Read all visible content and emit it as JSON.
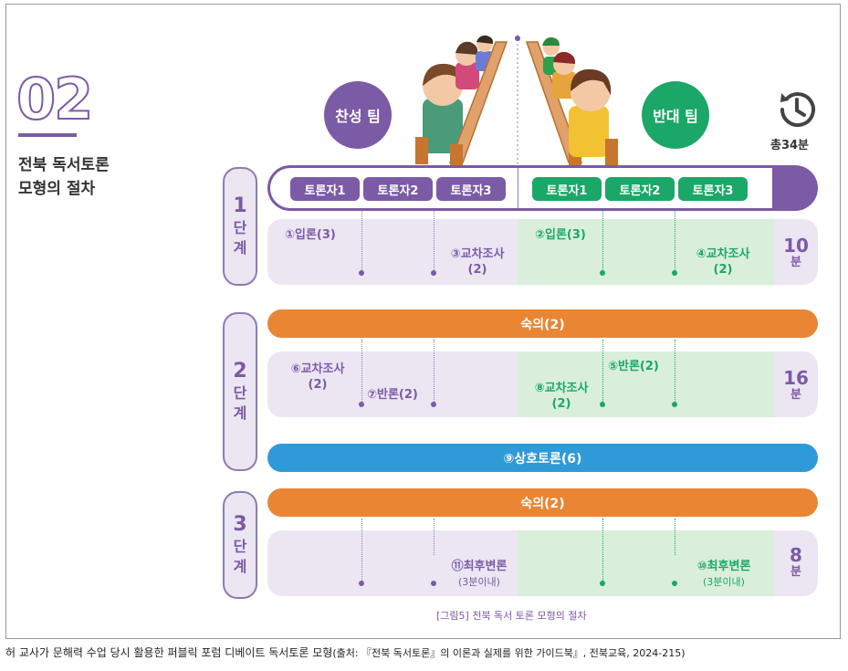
{
  "section": {
    "number": "02",
    "title_line1": "전북 독서토론",
    "title_line2": "모형의 절차"
  },
  "teams": {
    "pro": "찬성 팀",
    "con": "반대 팀"
  },
  "total_time": "총34분",
  "debaters": {
    "pro": [
      "토론자1",
      "토론자2",
      "토론자3"
    ],
    "con": [
      "토론자1",
      "토론자2",
      "토론자3"
    ]
  },
  "stages": [
    {
      "n": "1",
      "label1": "단",
      "label2": "계",
      "time_value": "10",
      "time_unit": "분"
    },
    {
      "n": "2",
      "label1": "단",
      "label2": "계",
      "time_value": "16",
      "time_unit": "분"
    },
    {
      "n": "3",
      "label1": "단",
      "label2": "계",
      "time_value": "8",
      "time_unit": "분"
    }
  ],
  "steps": {
    "s1": "①입론(3)",
    "s2": "②입론(3)",
    "s3a": "③교차조사",
    "s3b": "(2)",
    "s4a": "④교차조사",
    "s4b": "(2)",
    "s5": "⑤반론(2)",
    "s6a": "⑥교차조사",
    "s6b": "(2)",
    "s7": "⑦반론(2)",
    "s8a": "⑧교차조사",
    "s8b": "(2)",
    "s9": "⑨상호토론(6)",
    "s10a": "⑩최후변론",
    "s10b": "(3분이내)",
    "s11a": "⑪최후변론",
    "s11b": "(3분이내)",
    "deliberation": "숙의(2)"
  },
  "caption": "[그림5] 전북 독서 토론 모형의 절차",
  "footer": {
    "main": "허 교사가 문해력 수업 당시 활용한 퍼블릭 포럼 디베이트 독서토론 모형",
    "source": "(출처: 『전북 독서토론』의 이론과 실제를 위한 가이드북』, 전북교육, 2024-215)"
  },
  "colors": {
    "purple": "#7b5aa6",
    "green": "#1aa767",
    "orange": "#e98533",
    "blue": "#2e9ad8",
    "lavender": "#ebe6f2",
    "mint": "#d9efdb"
  }
}
